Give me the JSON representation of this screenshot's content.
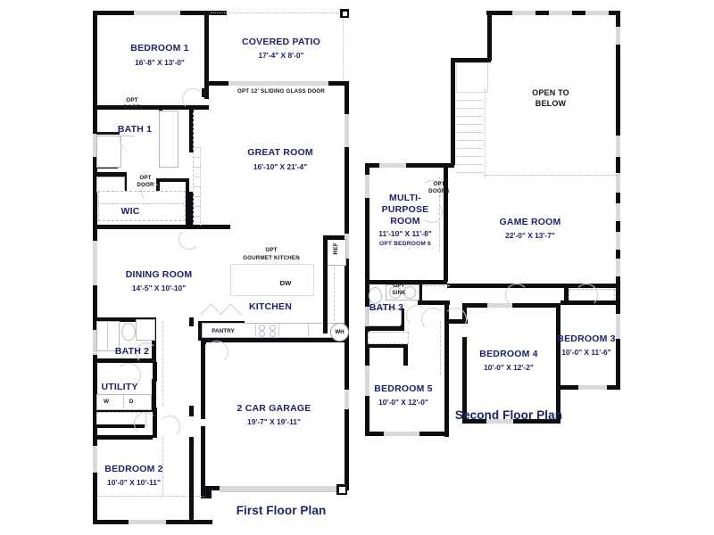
{
  "plans": {
    "first": {
      "title": "First Floor Plan",
      "rooms": [
        {
          "name": "BEDROOM 1",
          "dim": "16'-8\" X 13'-0\""
        },
        {
          "name": "COVERED PATIO",
          "dim": "17'-4\" X 8'-0\""
        },
        {
          "name": "GREAT ROOM",
          "dim": "16'-10\" X 21'-4\""
        },
        {
          "name": "BATH 1",
          "dim": ""
        },
        {
          "name": "WIC",
          "dim": ""
        },
        {
          "name": "DINING ROOM",
          "dim": "14'-5\" X 10'-10\""
        },
        {
          "name": "KITCHEN",
          "dim": ""
        },
        {
          "name": "BATH 2",
          "dim": ""
        },
        {
          "name": "UTILITY",
          "dim": ""
        },
        {
          "name": "BEDROOM 2",
          "dim": "10'-0\" X 10'-11\""
        },
        {
          "name": "2 CAR GARAGE",
          "dim": "19'-7\" X 19'-11\""
        }
      ],
      "notes": {
        "sliding_door": "OPT 12' SLIDING GLASS DOOR",
        "opt_door_1": "OPT",
        "opt_door_1b": "DOOR",
        "opt_door_2": "OPT",
        "opt_door_2b": "DOOR",
        "gourmet_1": "OPT",
        "gourmet_2": "GOURMET KITCHEN"
      },
      "appliances": {
        "ref": "REF",
        "dw": "DW",
        "wh": "WH",
        "pantry": "PANTRY",
        "washer": "W",
        "dryer": "D"
      }
    },
    "second": {
      "title": "Second Floor Plan",
      "rooms": [
        {
          "name": "OPEN TO",
          "dim": "BELOW"
        },
        {
          "name": "MULTI-",
          "dim": ""
        },
        {
          "name": "GAME ROOM",
          "dim": "22'-0\" X 13'-7\""
        },
        {
          "name": "BATH 3",
          "dim": ""
        },
        {
          "name": "BEDROOM 5",
          "dim": "10'-0\" X 12'-0\""
        },
        {
          "name": "BEDROOM 4",
          "dim": "10'-0\" X 12'-2\""
        },
        {
          "name": "BEDROOM 3",
          "dim": "10'-0\" X 11'-6\""
        }
      ],
      "multi": {
        "l1": "MULTI-",
        "l2": "PURPOSE",
        "l3": "ROOM",
        "dim": "11'-10\" X 11'-8\"",
        "alt": "OPT BEDROOM 6"
      },
      "open_below": {
        "l1": "OPEN TO",
        "l2": "BELOW"
      },
      "notes": {
        "opt_doors_1": "OPT",
        "opt_doors_2": "DOORS",
        "opt_sink_1": "OPT",
        "opt_sink_2": "SINK"
      }
    }
  },
  "colors": {
    "navy": "#1f2268",
    "wall": "#0d0d12",
    "fixture_line": "#b9b9c4",
    "background": "#ffffff"
  }
}
